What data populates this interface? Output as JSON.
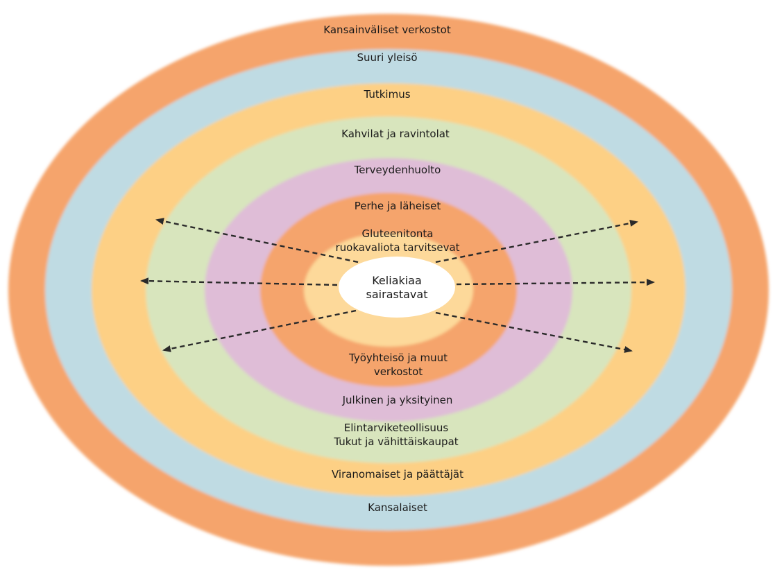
{
  "rings": [
    {
      "id": "kansainvaliset",
      "color": "#f5a46c"
    },
    {
      "id": "suuri-yleiso",
      "color": "#bfdbe3"
    },
    {
      "id": "tutkimus",
      "color": "#fdd085"
    },
    {
      "id": "kahvilat",
      "color": "#d8e5bd"
    },
    {
      "id": "terveydenhuolto",
      "color": "#dfbdd7"
    },
    {
      "id": "perhe",
      "color": "#f5a46c"
    },
    {
      "id": "gluteeniton",
      "color": "#fdd99a"
    },
    {
      "id": "keliakia",
      "color": "#ffffff"
    }
  ],
  "labels": {
    "kansainvaliset": "Kansainväliset verkostot",
    "suuri_yleiso": "Suuri yleisö",
    "tutkimus": "Tutkimus",
    "kahvilat": "Kahvilat ja ravintolat",
    "terveydenhuolto": "Terveydenhuolto",
    "perhe": "Perhe ja läheiset",
    "gluteeniton_1": "Gluteenitonta",
    "gluteeniton_2": "ruokavaliota tarvitsevat",
    "keliakia_1": "Keliakiaa",
    "keliakia_2": "sairastavat",
    "tyoyhteiso_1": "Työyhteisö ja muut",
    "tyoyhteiso_2": "verkostot",
    "julkinen": "Julkinen ja yksityinen",
    "elintarvike_1": "Elintarviketeollisuus",
    "elintarvike_2": "Tukut ja vähittäiskaupat",
    "viranomaiset": "Viranomaiset ja päättäjät",
    "kansalaiset": "Kansalaiset"
  },
  "arrow_color": "#2a2a2a"
}
